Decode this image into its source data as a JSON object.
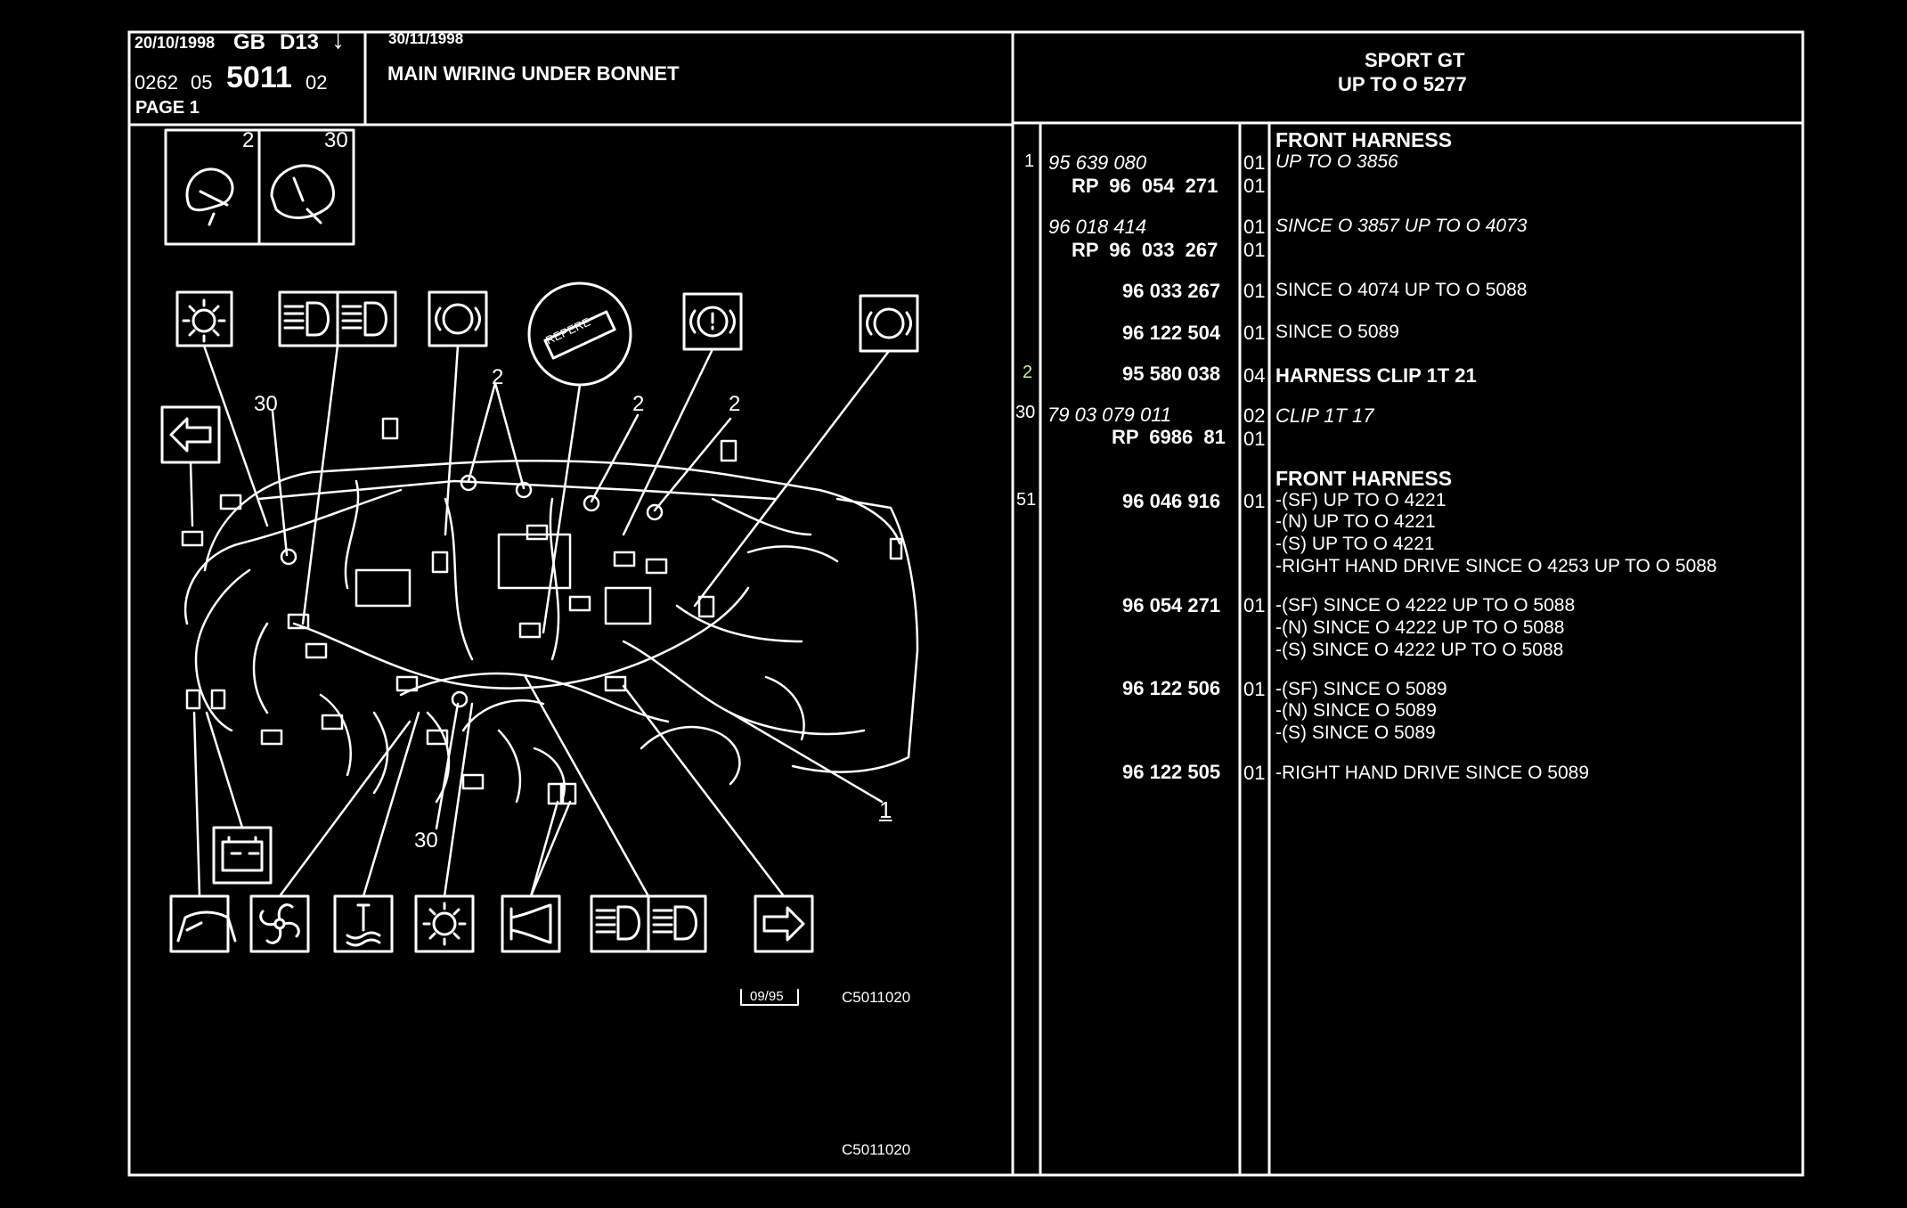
{
  "header": {
    "date1": "20/10/1998",
    "lang": "GB",
    "code": "D13",
    "arrow": "↓",
    "ref_a": "0262",
    "ref_b": "05",
    "ref_main": "5011",
    "ref_c": "02",
    "page": "PAGE 1",
    "date2": "30/11/1998",
    "title": "MAIN WIRING UNDER BONNET",
    "model_line1": "SPORT GT",
    "model_line2": "UP TO O 5277"
  },
  "diagram": {
    "ref_icon_labels": [
      "2",
      "30"
    ],
    "callouts": [
      "2",
      "2",
      "2",
      "2",
      "30",
      "30",
      "1"
    ],
    "repere_label": "REPERE",
    "stamp": "09/95",
    "drawing_code": "C5011020",
    "footer_code": "C5011020"
  },
  "parts": [
    {
      "ref": "1",
      "num": "95 639 080",
      "qty": "01",
      "desc": "UP TO O 3856",
      "italic": true,
      "heading": "FRONT HARNESS"
    },
    {
      "ref": "",
      "num": "RP  96 054 271",
      "qty": "01",
      "desc": "",
      "italic": false
    },
    {
      "ref": "",
      "num": "96 018 414",
      "qty": "01",
      "desc": "SINCE O 3857 UP TO O 4073",
      "italic": true
    },
    {
      "ref": "",
      "num": "RP  96 033 267",
      "qty": "01",
      "desc": "",
      "italic": false
    },
    {
      "ref": "",
      "num": "96 033 267",
      "qty": "01",
      "desc": "SINCE O 4074 UP TO O 5088",
      "italic": false
    },
    {
      "ref": "",
      "num": "96 122 504",
      "qty": "01",
      "desc": "SINCE O 5089",
      "italic": false
    },
    {
      "ref": "2",
      "num": "95 580 038",
      "qty": "04",
      "desc": "HARNESS CLIP 1T 21",
      "italic": false
    },
    {
      "ref": "30",
      "num": "79 03 079 011",
      "qty": "02",
      "desc": "CLIP 1T 17",
      "italic": true
    },
    {
      "ref": "",
      "num": "RP  6986 81",
      "qty": "01",
      "desc": "",
      "italic": false
    },
    {
      "ref": "51",
      "num": "96 046 916",
      "qty": "01",
      "heading": "FRONT HARNESS",
      "desc_lines": [
        "-(SF) UP TO O 4221",
        "-(N) UP TO O 4221",
        "-(S) UP TO O 4221",
        "-RIGHT HAND DRIVE SINCE O 4253 UP TO O 5088"
      ]
    },
    {
      "ref": "",
      "num": "96 054 271",
      "qty": "01",
      "desc_lines": [
        "-(SF) SINCE O 4222 UP TO O 5088",
        "-(N) SINCE O 4222 UP TO O 5088",
        "-(S) SINCE O 4222 UP TO O 5088"
      ]
    },
    {
      "ref": "",
      "num": "96 122 506",
      "qty": "01",
      "desc_lines": [
        "-(SF) SINCE O 5089",
        "-(N) SINCE O 5089",
        "-(S) SINCE O 5089"
      ]
    },
    {
      "ref": "",
      "num": "96 122 505",
      "qty": "01",
      "desc_lines": [
        "-RIGHT HAND DRIVE SINCE O 5089"
      ]
    }
  ],
  "icons": [
    "bulb-icon",
    "headlamp-icon",
    "brake-warning-icon",
    "repere-badge",
    "parking-brake-icon",
    "brake-pad-icon",
    "arrow-left-icon",
    "battery-icon",
    "washer-icon",
    "fan-icon",
    "coolant-temp-icon",
    "bulb-icon",
    "horn-icon",
    "headlamp-icon",
    "arrow-right-icon"
  ],
  "colors": {
    "background": "#000000",
    "line": "#ffffff",
    "accent": "#c8f0a0"
  }
}
